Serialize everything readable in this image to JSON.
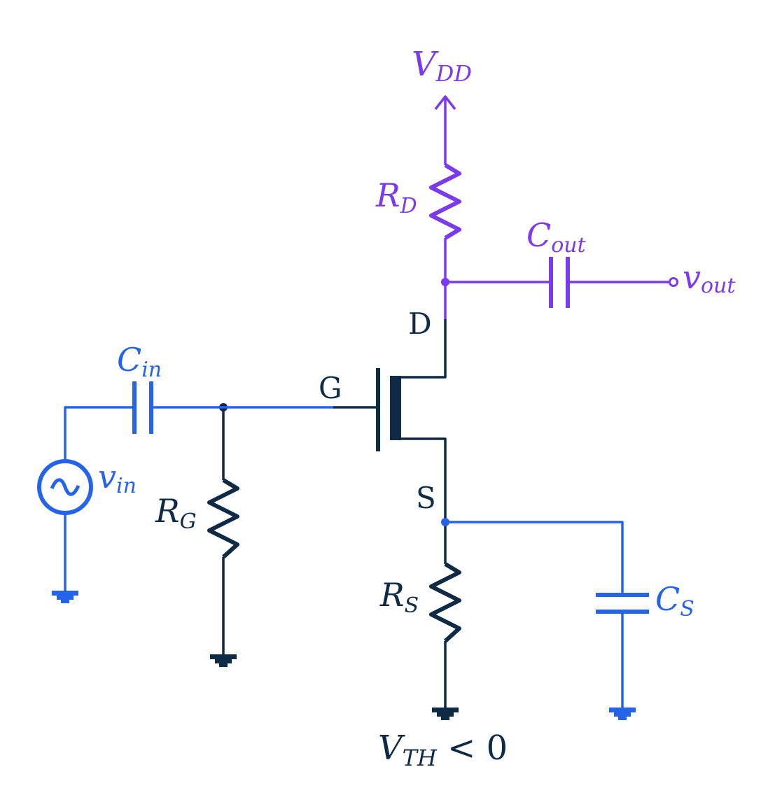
{
  "colors": {
    "dark": "#0f2a45",
    "blue": "#2563eb",
    "purple": "#7c3aed"
  },
  "labels": {
    "vdd": {
      "main": "V",
      "sub": "DD"
    },
    "rd": {
      "main": "R",
      "sub": "D"
    },
    "cout": {
      "main": "C",
      "sub": "out"
    },
    "vout": {
      "main": "v",
      "sub": "out"
    },
    "cin": {
      "main": "C",
      "sub": "in"
    },
    "vin": {
      "main": "v",
      "sub": "in"
    },
    "rg": {
      "main": "R",
      "sub": "G"
    },
    "rs": {
      "main": "R",
      "sub": "S"
    },
    "cs": {
      "main": "C",
      "sub": "S"
    },
    "drain": "D",
    "gate": "G",
    "source": "S",
    "vth": {
      "main": "V",
      "sub": "TH",
      "rest": " < 0"
    }
  }
}
